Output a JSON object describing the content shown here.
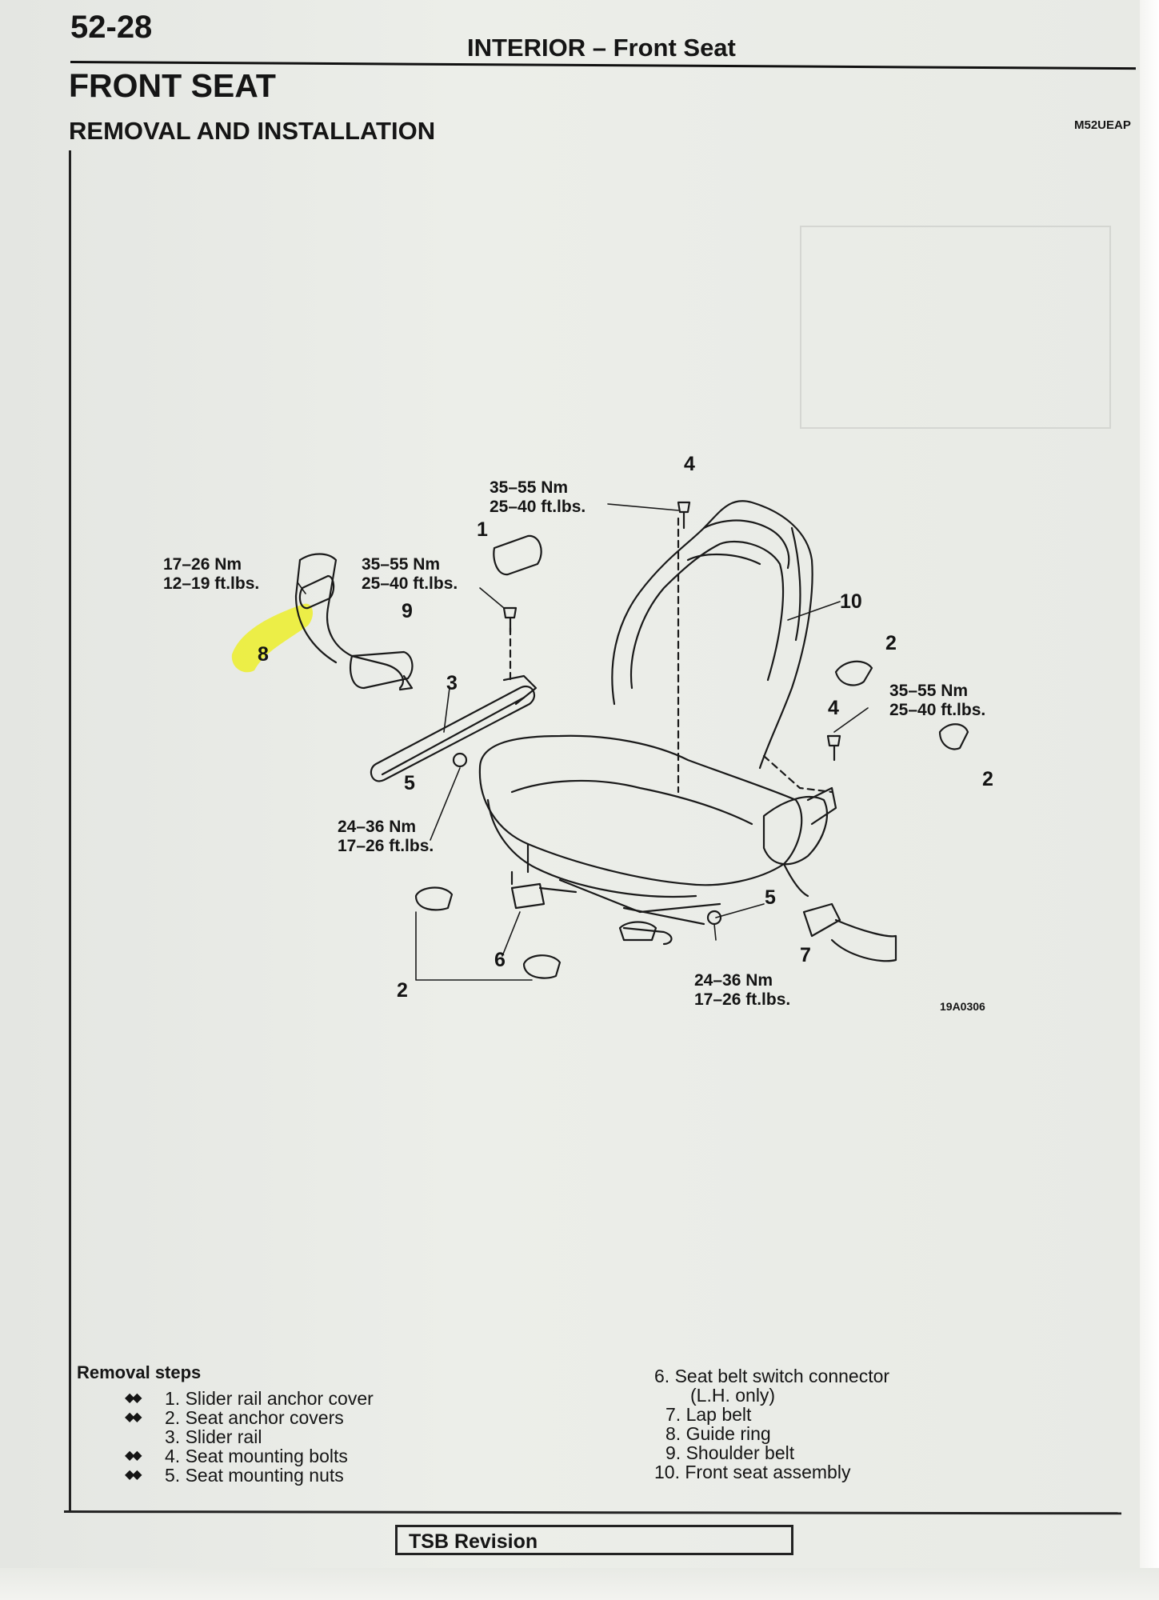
{
  "header": {
    "page_number": "52-28",
    "section": "INTERIOR – Front Seat",
    "title": "FRONT SEAT",
    "subtitle": "REMOVAL AND INSTALLATION",
    "code": "M52UEAP"
  },
  "diagram": {
    "figure_id": "19A0306",
    "highlight_color": "#ecef2a",
    "torque_specs": [
      {
        "nm": "35–55 Nm",
        "ftlbs": "25–40 ft.lbs."
      },
      {
        "nm": "17–26 Nm",
        "ftlbs": "12–19 ft.lbs."
      },
      {
        "nm": "35–55 Nm",
        "ftlbs": "25–40 ft.lbs."
      },
      {
        "nm": "35–55 Nm",
        "ftlbs": "25–40 ft.lbs."
      },
      {
        "nm": "24–36 Nm",
        "ftlbs": "17–26 ft.lbs."
      },
      {
        "nm": "24–36 Nm",
        "ftlbs": "17–26 ft.lbs."
      }
    ],
    "callouts": [
      "4",
      "1",
      "9",
      "8",
      "3",
      "10",
      "2",
      "4",
      "2",
      "5",
      "5",
      "7",
      "6",
      "2"
    ]
  },
  "removal_steps": {
    "heading": "Removal steps",
    "marker": "◆◆",
    "left": [
      {
        "text": "1. Slider rail anchor cover",
        "marked": true
      },
      {
        "text": "2. Seat anchor covers",
        "marked": true
      },
      {
        "text": "3. Slider rail",
        "marked": false
      },
      {
        "text": "4. Seat mounting bolts",
        "marked": true
      },
      {
        "text": "5. Seat mounting nuts",
        "marked": true
      }
    ],
    "right": [
      {
        "text": "6. Seat belt switch connector"
      },
      {
        "text": "(L.H. only)",
        "continuation": true
      },
      {
        "text": "7. Lap belt"
      },
      {
        "text": "8. Guide ring"
      },
      {
        "text": "9. Shoulder belt"
      },
      {
        "text": "10. Front seat assembly"
      }
    ]
  },
  "footer": {
    "revision_label": "TSB Revision"
  }
}
